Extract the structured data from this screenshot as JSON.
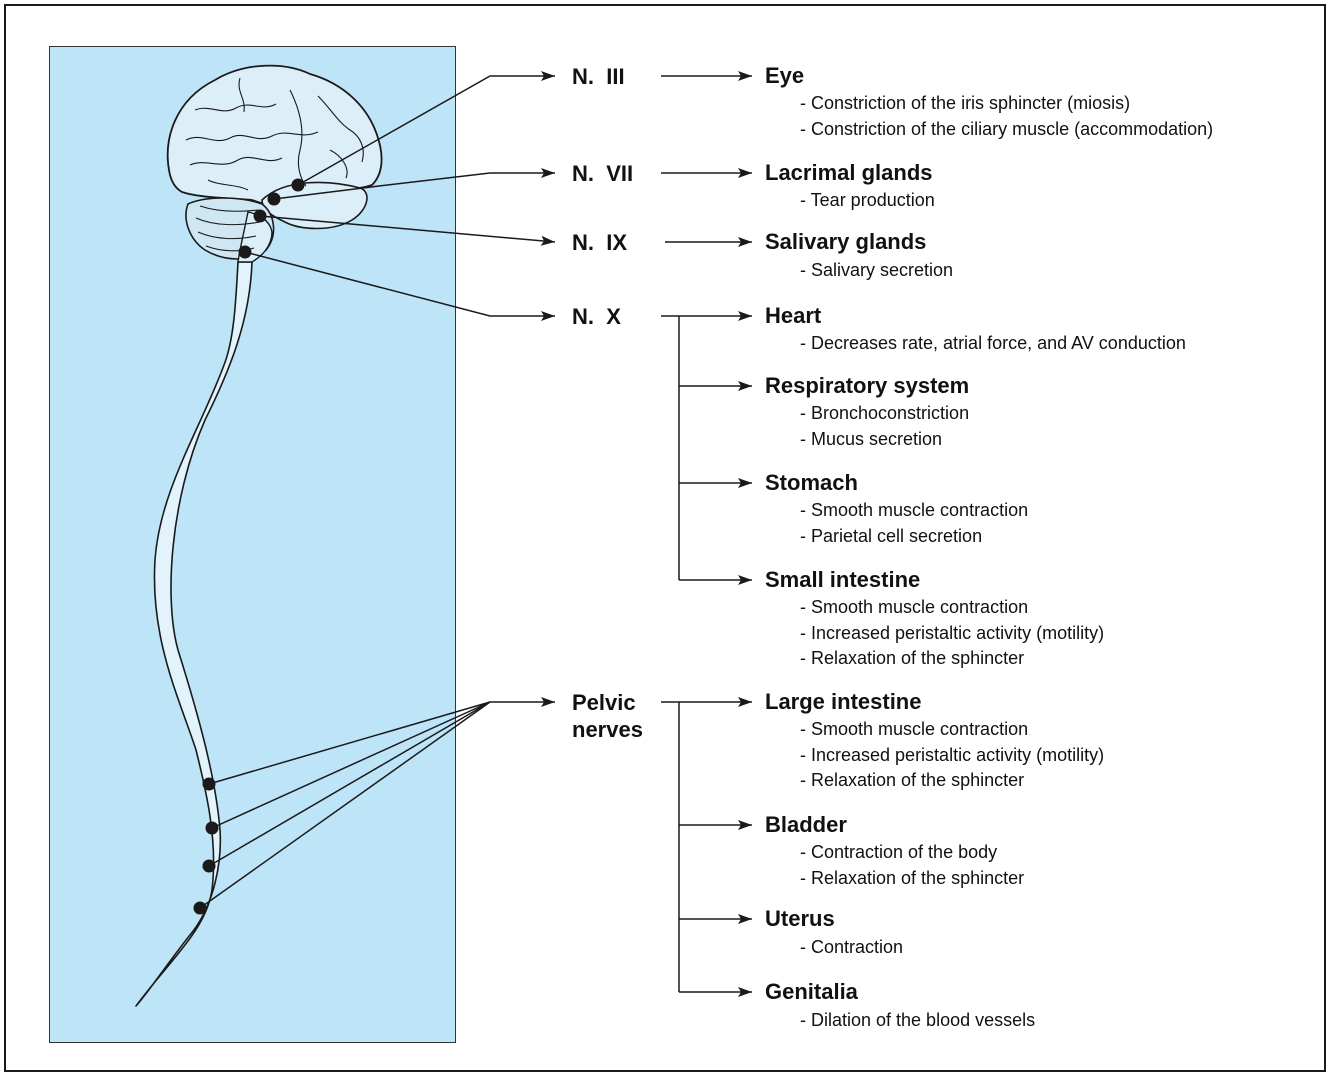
{
  "nerves": {
    "n3": "N.  III",
    "n7": "N.  VII",
    "n9": "N.  IX",
    "n10": "N.  X",
    "pelvic": "Pelvic\nnerves"
  },
  "organs": [
    {
      "name": "Eye",
      "effects": [
        "- Constriction of the iris sphincter (miosis)",
        "- Constriction of the ciliary muscle (accommodation)"
      ]
    },
    {
      "name": "Lacrimal glands",
      "effects": [
        "- Tear production"
      ]
    },
    {
      "name": "Salivary glands",
      "effects": [
        "- Salivary secretion"
      ]
    },
    {
      "name": "Heart",
      "effects": [
        "- Decreases rate, atrial force, and AV conduction"
      ]
    },
    {
      "name": "Respiratory system",
      "effects": [
        "- Bronchoconstriction",
        "- Mucus secretion"
      ]
    },
    {
      "name": "Stomach",
      "effects": [
        "- Smooth muscle contraction",
        "- Parietal cell secretion"
      ]
    },
    {
      "name": "Small intestine",
      "effects": [
        "- Smooth muscle contraction",
        "- Increased peristaltic activity (motility)",
        "- Relaxation of the sphincter"
      ]
    },
    {
      "name": "Large intestine",
      "effects": [
        "- Smooth muscle contraction",
        "- Increased peristaltic activity (motility)",
        "- Relaxation of the sphincter"
      ]
    },
    {
      "name": "Bladder",
      "effects": [
        "- Contraction of the body",
        "- Relaxation of the sphincter"
      ]
    },
    {
      "name": "Uterus",
      "effects": [
        "- Contraction"
      ]
    },
    {
      "name": "Genitalia",
      "effects": [
        "- Dilation of the blood vessels"
      ]
    }
  ],
  "colors": {
    "panel": "#bde4f7",
    "cord": "#e2f3fc",
    "brain": "#dceef8",
    "line": "#1a1a1a"
  }
}
